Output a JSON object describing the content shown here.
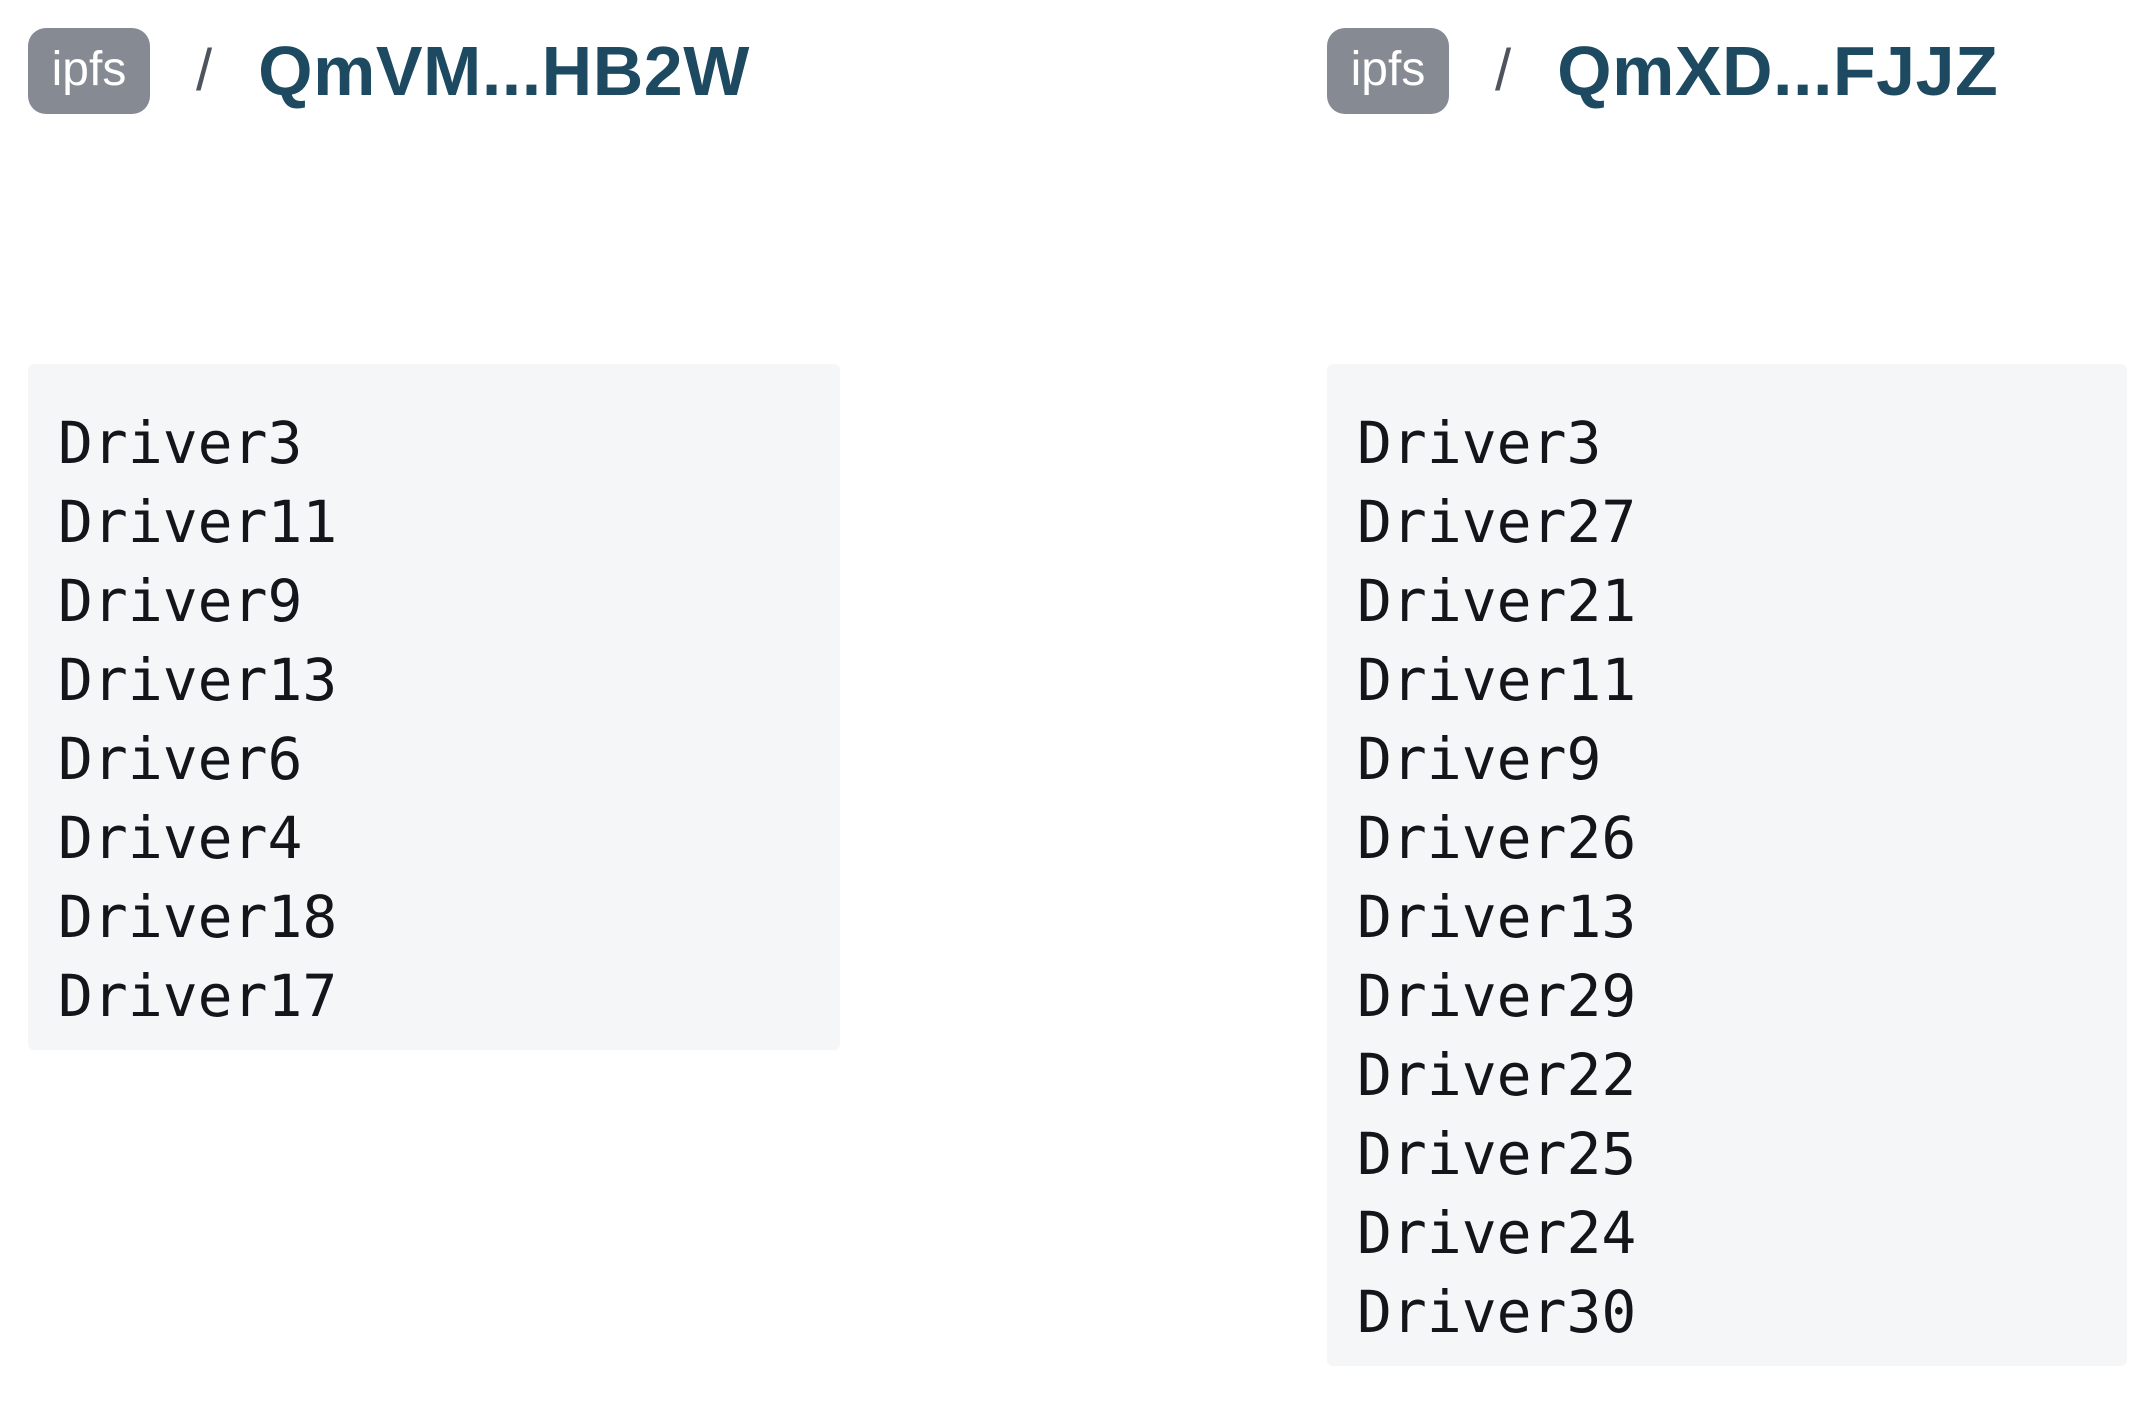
{
  "panels": [
    {
      "badge_label": "ipfs",
      "separator": "/",
      "title": "QmVM...HB2W",
      "entries": [
        "Driver3",
        "Driver11",
        "Driver9",
        "Driver13",
        "Driver6",
        "Driver4",
        "Driver18",
        "Driver17"
      ]
    },
    {
      "badge_label": "ipfs",
      "separator": "/",
      "title": "QmXD...FJJZ",
      "entries": [
        "Driver3",
        "Driver27",
        "Driver21",
        "Driver11",
        "Driver9",
        "Driver26",
        "Driver13",
        "Driver29",
        "Driver22",
        "Driver25",
        "Driver24",
        "Driver30"
      ]
    }
  ],
  "colors": {
    "badge_bg": "#868a93",
    "badge_text": "#ffffff",
    "title_text": "#1d4a61",
    "separator_text": "#4e545e",
    "box_bg": "#f5f6f8",
    "entry_text": "#13151a",
    "page_bg": "#ffffff"
  }
}
